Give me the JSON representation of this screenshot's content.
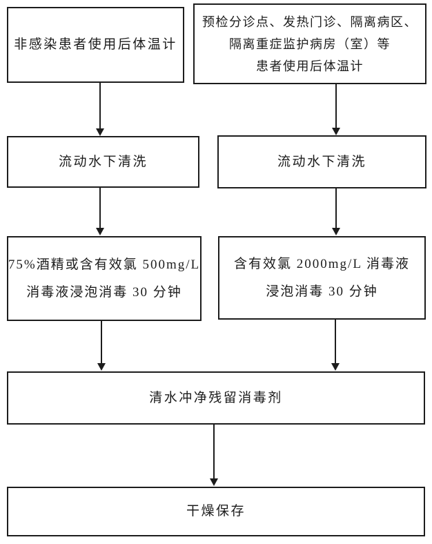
{
  "flowchart": {
    "colors": {
      "line": "#1c1c1c",
      "text": "#1c1c1c",
      "background": "#ffffff"
    },
    "nodes": {
      "non_infected": {
        "lines": [
          "非感染患者使用后体温计"
        ]
      },
      "infected_areas": {
        "lines": [
          "预检分诊点、发热门诊、隔离病区、",
          "隔离重症监护病房（室）等",
          "患者使用后体温计"
        ]
      },
      "wash_left": {
        "lines": [
          "流动水下清洗"
        ]
      },
      "wash_right": {
        "lines": [
          "流动水下清洗"
        ]
      },
      "soak_left": {
        "lines": [
          "75%酒精或含有效氯 500mg/L",
          "消毒液浸泡消毒 30 分钟"
        ]
      },
      "soak_right": {
        "lines": [
          "含有效氯 2000mg/L 消毒液",
          "浸泡消毒 30 分钟"
        ]
      },
      "rinse": {
        "lines": [
          "清水冲净残留消毒剂"
        ]
      },
      "dry": {
        "lines": [
          "干燥保存"
        ]
      }
    },
    "edges": [
      {
        "from": "non_infected",
        "to": "wash_left"
      },
      {
        "from": "infected_areas",
        "to": "wash_right"
      },
      {
        "from": "wash_left",
        "to": "soak_left"
      },
      {
        "from": "wash_right",
        "to": "soak_right"
      },
      {
        "from": "soak_left",
        "to": "rinse"
      },
      {
        "from": "soak_right",
        "to": "rinse"
      },
      {
        "from": "rinse",
        "to": "dry"
      }
    ]
  }
}
